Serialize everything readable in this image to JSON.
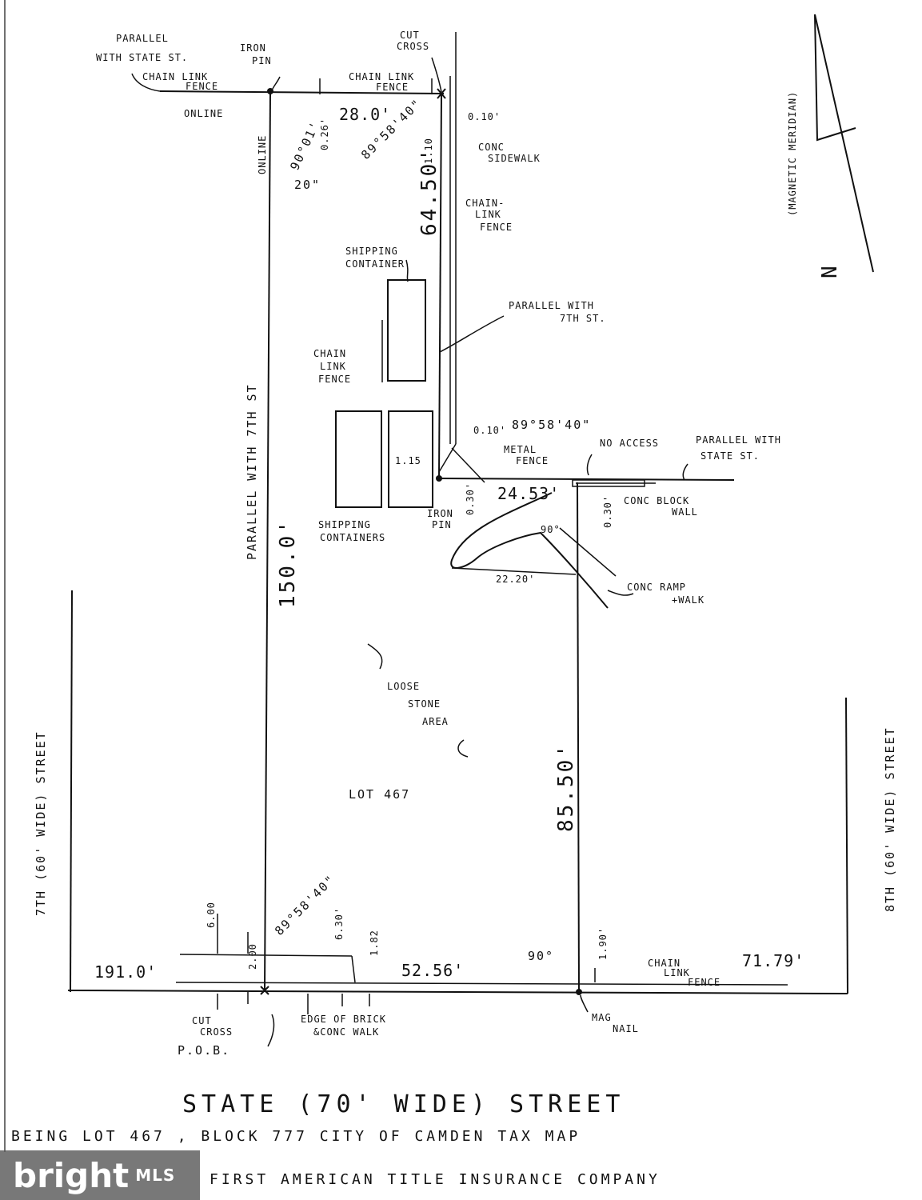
{
  "labels": {
    "parallel_state_1": "PARALLEL",
    "parallel_state_2": "WITH STATE ST.",
    "chain_link_fence_tl_1": "CHAIN LINK",
    "chain_link_fence_tl_2": "FENCE",
    "iron_pin_top_1": "IRON",
    "iron_pin_top_2": "PIN",
    "cut_cross_top_1": "CUT",
    "cut_cross_top_2": "CROSS",
    "chain_link_fence_top_1": "CHAIN LINK",
    "chain_link_fence_top_2": "FENCE",
    "online_h": "ONLINE",
    "online_v": "ONLINE",
    "dim_28": "28.0'",
    "dim_026": "0.26'",
    "angle_90_01_20_a": "90°01'",
    "angle_90_01_20_b": "20\"",
    "angle_89_58_40_top": "89°58'40\"",
    "dim_010_top": "0.10'",
    "dim_110": "1.10",
    "conc_sidewalk_1": "CONC",
    "conc_sidewalk_2": "SIDEWALK",
    "dim_6450": "64.50'",
    "chain_link_fence_right_1": "CHAIN-",
    "chain_link_fence_right_2": "LINK",
    "chain_link_fence_right_3": "FENCE",
    "magnetic_meridian": "(MAGNETIC MERIDIAN)",
    "north": "N",
    "shipping_container_1": "SHIPPING",
    "shipping_container_2": "CONTAINER",
    "parallel_7th_1": "PARALLEL WITH",
    "parallel_7th_2": "7TH ST.",
    "chain_link_fence_mid_1": "CHAIN",
    "chain_link_fence_mid_2": "LINK",
    "chain_link_fence_mid_3": "FENCE",
    "dim_010_mid": "0.10'",
    "angle_89_58_40_mid": "89°58'40\"",
    "dim_115": "1.15",
    "metal_fence_1": "METAL",
    "metal_fence_2": "FENCE",
    "no_access_1": "NO ACCESS",
    "parallel_state_r_1": "PARALLEL WITH",
    "parallel_state_r_2": "STATE ST.",
    "iron_pin_mid_1": "IRON",
    "iron_pin_mid_2": "PIN",
    "dim_030_left": "0.30'",
    "dim_2453": "24.53'",
    "dim_030_right": "0.30'",
    "conc_block_wall_1": "CONC BLOCK",
    "conc_block_wall_2": "WALL",
    "shipping_containers_1": "SHIPPING",
    "shipping_containers_2": "CONTAINERS",
    "angle_90_ramp": "90°",
    "dim_2220": "22.20'",
    "conc_ramp_1": "CONC RAMP",
    "conc_ramp_2": "+WALK",
    "parallel_with_7th_v": "PARALLEL WITH 7TH ST",
    "dim_150": "150.0'",
    "loose_stone_1": "LOOSE",
    "loose_stone_2": "STONE",
    "loose_stone_3": "AREA",
    "lot_467": "LOT 467",
    "dim_8550": "85.50'",
    "street_7th": "7TH (60' WIDE) STREET",
    "street_8th": "8TH (60' WIDE) STREET",
    "dim_600": "6.00",
    "dim_200": "2.00",
    "angle_89_58_40_bot": "89°58'40\"",
    "dim_630": "6.30'",
    "dim_182": "1.82",
    "dim_190": "1.90'",
    "dim_1910": "191.0'",
    "dim_5256": "52.56'",
    "angle_90_bot": "90°",
    "chain_link_fence_bot_1": "CHAIN",
    "chain_link_fence_bot_2": "LINK",
    "chain_link_fence_bot_3": "FENCE",
    "dim_7179": "71.79'",
    "cut_cross_bot_1": "CUT",
    "cut_cross_bot_2": "CROSS",
    "pob": "P.O.B.",
    "edge_brick_1": "EDGE OF BRICK",
    "edge_brick_2": "&CONC WALK",
    "mag_nail_1": "MAG",
    "mag_nail_2": "NAIL",
    "state_street": "STATE (70' WIDE) STREET"
  },
  "captions": {
    "line1": "BEING LOT 467 , BLOCK 777  CITY OF CAMDEN TAX MAP",
    "line2": "FIRST AMERICAN TITLE INSURANCE COMPANY"
  },
  "watermark": {
    "brand": "bright",
    "suffix": "MLS"
  }
}
